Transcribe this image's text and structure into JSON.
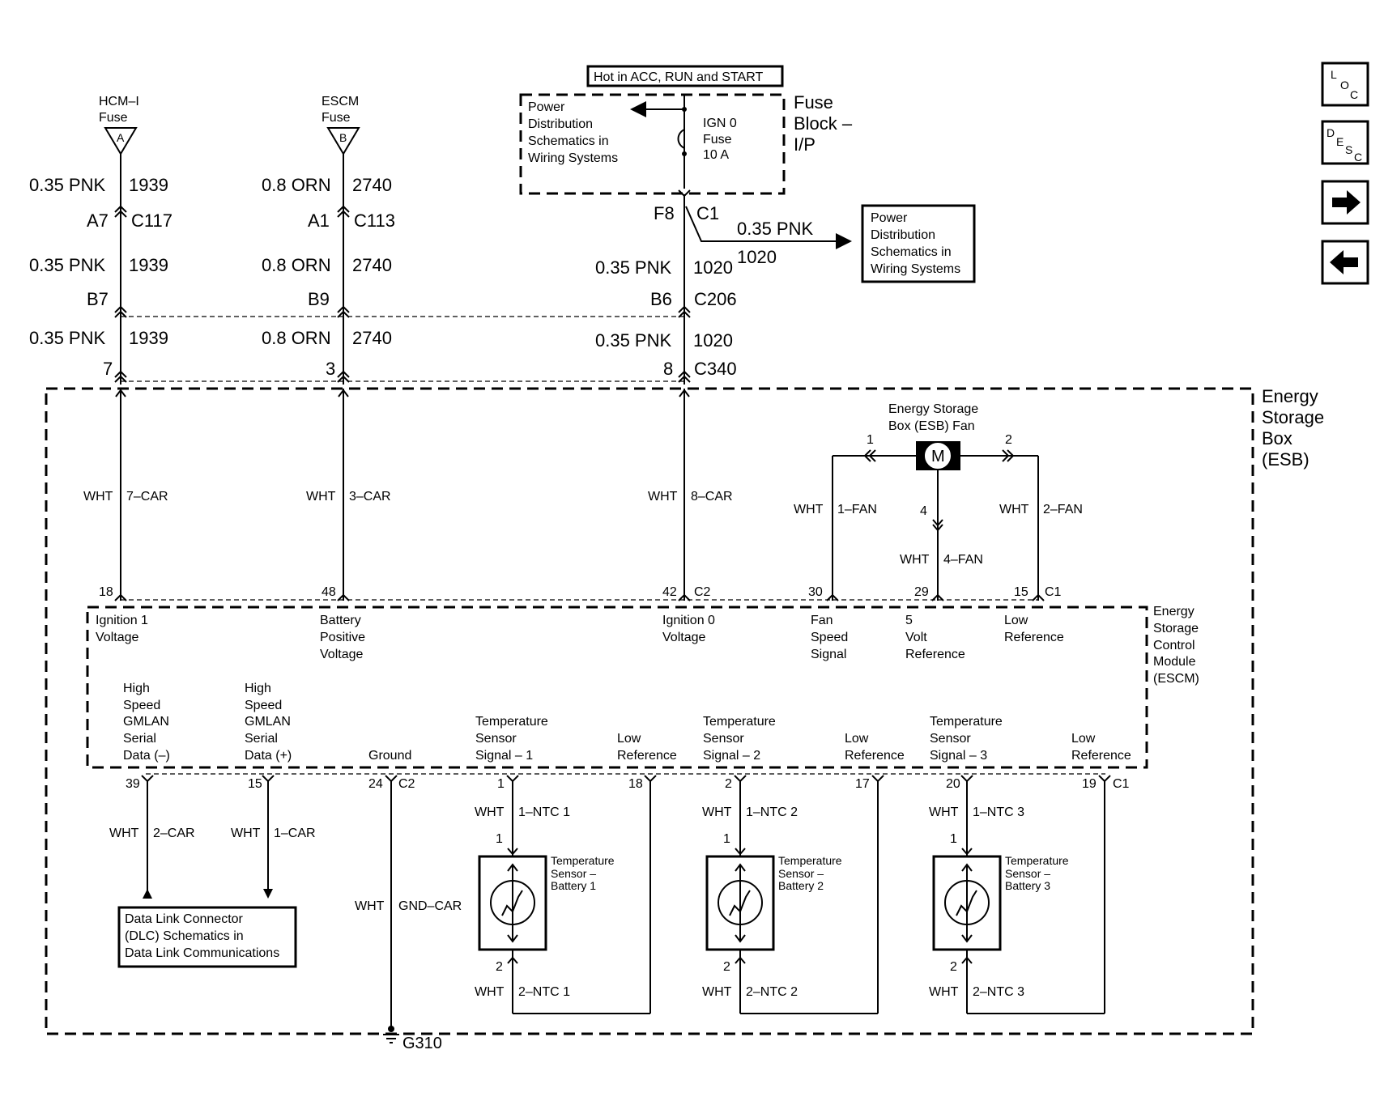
{
  "nav": {
    "loc": "LOC",
    "desc": "DESC"
  },
  "fuses": {
    "hcm": {
      "line1": "HCM–I",
      "line2": "Fuse",
      "letter": "A"
    },
    "escm": {
      "line1": "ESCM",
      "line2": "Fuse",
      "letter": "B"
    }
  },
  "fuse_block": {
    "hot_label": "Hot in ACC, RUN and START",
    "pd_line1": "Power",
    "pd_line2": "Distribution",
    "pd_line3": "Schematics in",
    "pd_line4": "Wiring Systems",
    "fuse_line1": "IGN 0",
    "fuse_line2": "Fuse",
    "fuse_line3": "10 A",
    "name_line1": "Fuse",
    "name_line2": "Block –",
    "name_line3": "I/P"
  },
  "pd_box": {
    "line1": "Power",
    "line2": "Distribution",
    "line3": "Schematics in",
    "line4": "Wiring Systems"
  },
  "wires": {
    "pnk_035": "0.35 PNK",
    "orn_08": "0.8 ORN",
    "c1939": "1939",
    "c2740": "2740",
    "c1020": "1020"
  },
  "connectors": {
    "a7": "A7",
    "c117": "C117",
    "a1": "A1",
    "c113": "C113",
    "f8": "F8",
    "c1": "C1",
    "b7": "B7",
    "b9": "B9",
    "b6": "B6",
    "c206": "C206",
    "p7": "7",
    "p3": "3",
    "p8": "8",
    "c340": "C340"
  },
  "esb": {
    "line1": "Energy",
    "line2": "Storage",
    "line3": "Box",
    "line4": "(ESB)"
  },
  "fan": {
    "line1": "Energy Storage",
    "line2": "Box (ESB) Fan",
    "motor": "M",
    "pin1": "1",
    "pin2": "2",
    "pin4": "4"
  },
  "esb_wires": {
    "wht": "WHT",
    "car7": "7–CAR",
    "car3": "3–CAR",
    "car8": "8–CAR",
    "fan1": "1–FAN",
    "fan2": "2–FAN",
    "fan4": "4–FAN",
    "car2": "2–CAR",
    "car1": "1–CAR",
    "gnd": "GND–CAR",
    "ntc1a": "1–NTC 1",
    "ntc2a": "1–NTC 2",
    "ntc3a": "1–NTC 3",
    "ntc1b": "2–NTC 1",
    "ntc2b": "2–NTC 2",
    "ntc3b": "2–NTC 3"
  },
  "escm_pins_top": {
    "p18": "18",
    "p48": "48",
    "p42": "42",
    "c2": "C2",
    "p30": "30",
    "p29": "29",
    "p15": "15",
    "c1": "C1"
  },
  "escm": {
    "name1": "Energy",
    "name2": "Storage",
    "name3": "Control",
    "name4": "Module",
    "name5": "(ESCM)",
    "ign1a": "Ignition 1",
    "ign1b": "Voltage",
    "batta": "Battery",
    "battb": "Positive",
    "battc": "Voltage",
    "ign0a": "Ignition 0",
    "ign0b": "Voltage",
    "fana": "Fan",
    "fanb": "Speed",
    "fanc": "Signal",
    "v5a": "5",
    "v5b": "Volt",
    "v5c": "Reference",
    "lowa": "Low",
    "lowb": "Reference",
    "hs1": "High",
    "hs2": "Speed",
    "hs3": "GMLAN",
    "hs4": "Serial",
    "hsm": "Data (–)",
    "hsp": "Data (+)",
    "ground": "Ground",
    "temp1": "Temperature",
    "temp2": "Sensor",
    "sig1": "Signal – 1",
    "sig2": "Signal – 2",
    "sig3": "Signal – 3"
  },
  "escm_pins_bot": {
    "p39": "39",
    "p15": "15",
    "p24": "24",
    "c2": "C2",
    "p1": "1",
    "p18": "18",
    "p2": "2",
    "p17": "17",
    "p20": "20",
    "p19": "19",
    "c1": "C1"
  },
  "sensors": {
    "s1a": "Temperature",
    "s1b": "Sensor –",
    "b1": "Battery 1",
    "b2": "Battery 2",
    "b3": "Battery 3",
    "pin1": "1",
    "pin2": "2"
  },
  "dlc": {
    "line1": "Data Link Connector",
    "line2": "(DLC) Schematics in",
    "line3": "Data Link Communications"
  },
  "ground": {
    "label": "G310"
  }
}
